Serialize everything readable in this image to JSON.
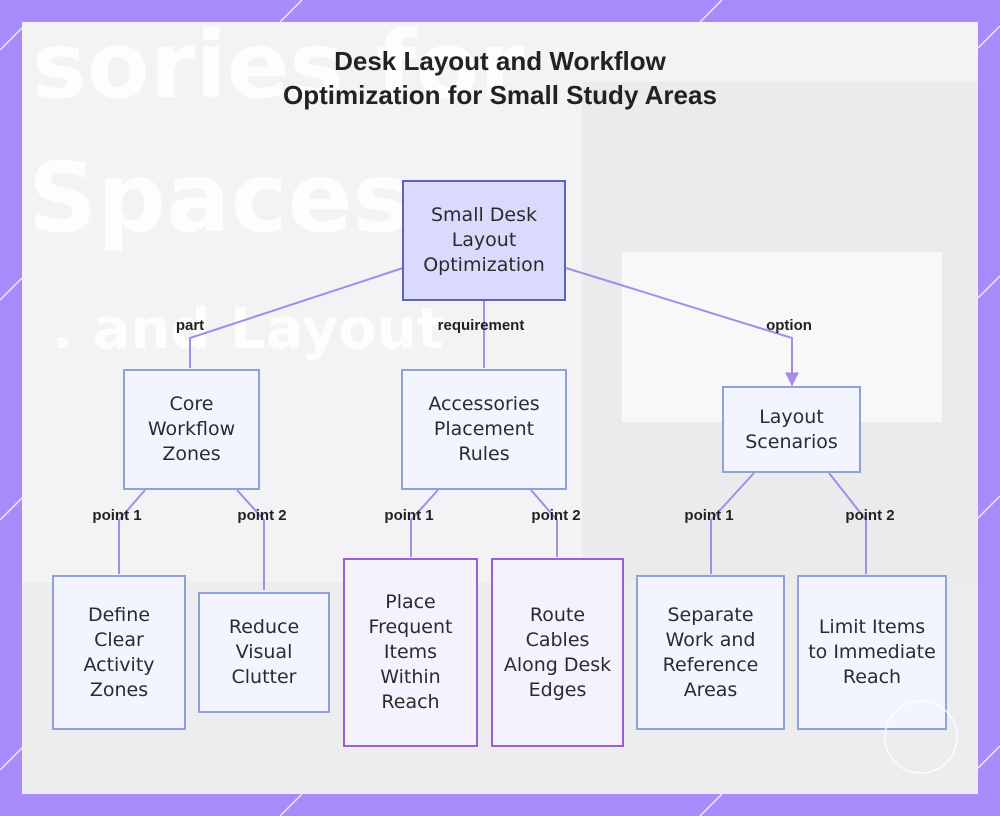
{
  "title_lines": [
    "Desk Layout and Workflow",
    "Optimization for Small Study Areas"
  ],
  "nodes": {
    "root": "Small Desk Layout Optimization",
    "core_zones": "Core Workflow Zones",
    "accessories": "Accessories Placement Rules",
    "scenarios": "Layout Scenarios",
    "define_zones": "Define Clear Activity Zones",
    "reduce_clutter": "Reduce Visual Clutter",
    "place_items": "Place Frequent Items Within Reach",
    "route_cables": "Route Cables Along Desk Edges",
    "separate_areas": "Separate Work and Reference Areas",
    "limit_items": "Limit Items to Immediate Reach"
  },
  "edge_labels": {
    "part": "part",
    "requirement": "requirement",
    "option": "option",
    "core_point1": "point 1",
    "core_point2": "point 2",
    "acc_point1": "point 1",
    "acc_point2": "point 2",
    "scen_point1": "point 1",
    "scen_point2": "point 2"
  },
  "colors": {
    "frame": "#a78bfa",
    "connector": "#a78be6",
    "root_fill": "#d9dafc",
    "node_border": "#8ea2d8",
    "highlight_border": "#9b5fd0"
  }
}
